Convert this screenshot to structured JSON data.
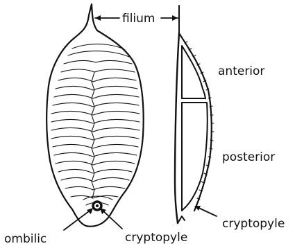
{
  "labels": {
    "filium": "filium",
    "anterior": "anterior",
    "posterior": "posterior",
    "cryptopyle_side": "cryptopyle",
    "ombilic": "ombilic",
    "cryptopyle_bottom": "cryptopyle"
  },
  "colors": {
    "ink": "#111111",
    "background": "#ffffff"
  }
}
